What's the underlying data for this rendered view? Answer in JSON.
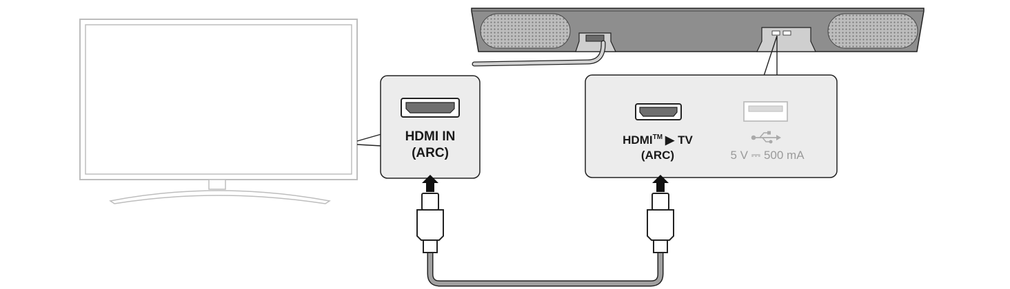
{
  "tv_panel": {
    "port_line1": "HDMI IN",
    "port_line2": "(ARC)"
  },
  "soundbar_panel": {
    "hdmi_main": "HDMI",
    "hdmi_tm": "TM",
    "hdmi_arrow": "▶",
    "hdmi_target": "TV",
    "hdmi_line2": "(ARC)",
    "usb_rating": "5 V ⎓ 500 mA"
  },
  "colors": {
    "outline": "#222222",
    "light_outline": "#bdbdbd",
    "panel_fill": "#ececec",
    "soundbar_fill": "#8e8e8e",
    "cable_gray": "#a0a0a0"
  }
}
